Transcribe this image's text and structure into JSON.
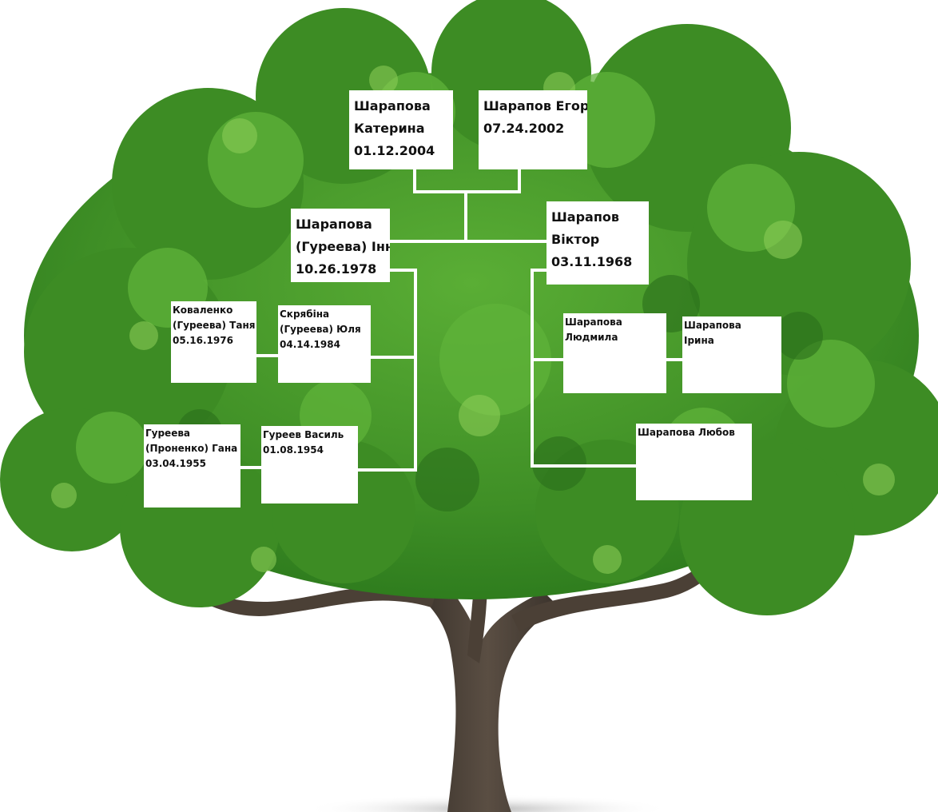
{
  "colors": {
    "foliage_dark": "#2f7d1e",
    "foliage_mid": "#4a9e2c",
    "foliage_light": "#7cc24a",
    "trunk": "#4b4036",
    "card_bg": "#ffffff",
    "connector": "#ffffff",
    "text": "#111111"
  },
  "people": {
    "kateryna": {
      "lines": [
        "Шарапова",
        "Катерина",
        "01.12.2004"
      ]
    },
    "yehor": {
      "lines": [
        "Шарапов Егор",
        "07.24.2002"
      ]
    },
    "inna": {
      "lines": [
        "Шарапова",
        "(Гуреева) Інна",
        "10.26.1978"
      ]
    },
    "viktor": {
      "lines": [
        "Шарапов",
        "Віктор",
        "03.11.1968"
      ]
    },
    "tanya": {
      "lines": [
        "Коваленко",
        "(Гуреева) Таня",
        "05.16.1976"
      ]
    },
    "yulia": {
      "lines": [
        "Скрябіна",
        "(Гуреева) Юля",
        "04.14.1984"
      ]
    },
    "liudmyla": {
      "lines": [
        "Шарапова",
        "Людмила"
      ]
    },
    "iryna": {
      "lines": [
        "Шарапова",
        "Ірина"
      ]
    },
    "hanna": {
      "lines": [
        "Гуреева",
        "(Проненко) Гана",
        "03.04.1955"
      ]
    },
    "vasyl": {
      "lines": [
        "Гуреев Василь",
        "01.08.1954"
      ]
    },
    "liubov": {
      "lines": [
        "Шарапова Любов"
      ]
    }
  }
}
